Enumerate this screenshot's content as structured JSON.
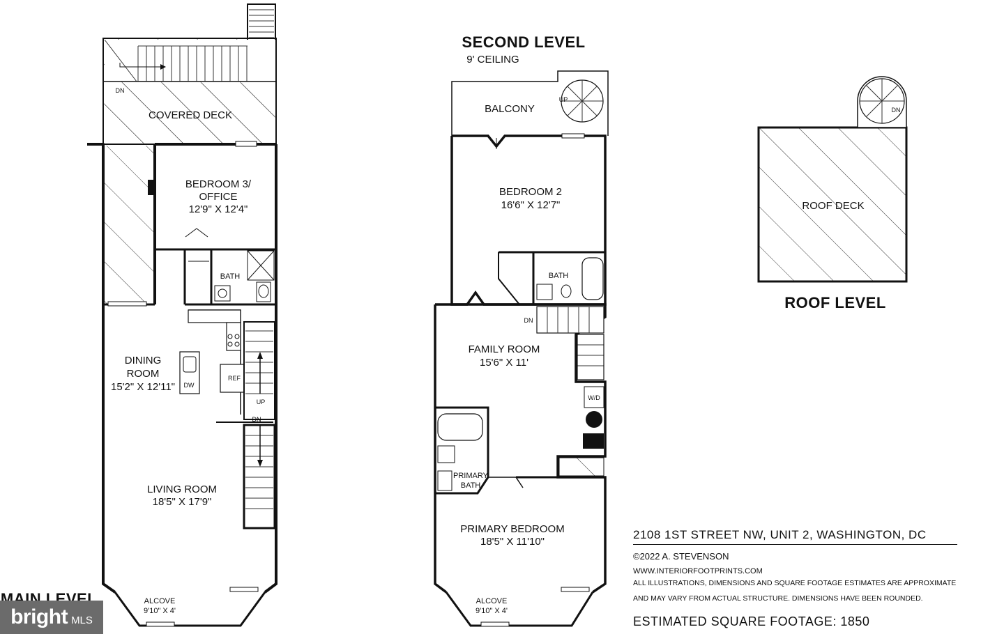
{
  "main_level": {
    "label": "MAIN LEVEL",
    "rooms": {
      "covered_deck": "COVERED DECK",
      "bedroom3_name_1": "BEDROOM 3/",
      "bedroom3_name_2": "OFFICE",
      "bedroom3_dims": "12'9\" X 12'4\"",
      "bath": "BATH",
      "dining_1": "DINING",
      "dining_2": "ROOM",
      "dining_dims": "15'2\" X 12'11\"",
      "living": "LIVING ROOM",
      "living_dims": "18'5\" X 17'9\"",
      "alcove": "ALCOVE",
      "alcove_dims": "9'10\" X 4'"
    },
    "fixtures": {
      "dw": "DW",
      "ref": "REF",
      "up": "UP",
      "dn": "DN",
      "deck_dn": "DN"
    }
  },
  "second_level": {
    "title": "SECOND LEVEL",
    "subtitle": "9' CEILING",
    "rooms": {
      "balcony": "BALCONY",
      "bedroom2": "BEDROOM 2",
      "bedroom2_dims": "16'6\" X 12'7\"",
      "bath": "BATH",
      "family": "FAMILY ROOM",
      "family_dims": "15'6\" X 11'",
      "primary_bath_1": "PRIMARY",
      "primary_bath_2": "BATH",
      "primary_bed": "PRIMARY BEDROOM",
      "primary_bed_dims": "18'5\" X 11'10\"",
      "alcove": "ALCOVE",
      "alcove_dims": "9'10\" X 4'"
    },
    "fixtures": {
      "up": "UP",
      "dn": "DN",
      "wd": "W/D"
    }
  },
  "roof_level": {
    "title": "ROOF LEVEL",
    "deck": "ROOF DECK",
    "dn": "DN"
  },
  "info": {
    "address": "2108 1ST STREET NW, UNIT 2, WASHINGTON, DC",
    "copyright": "©2022 A. STEVENSON",
    "website": "WWW.INTERIORFOOTPRINTS.COM",
    "disclaimer_1": "ALL ILLUSTRATIONS, DIMENSIONS AND SQUARE FOOTAGE ESTIMATES ARE APPROXIMATE",
    "disclaimer_2": "AND MAY VARY FROM ACTUAL STRUCTURE. DIMENSIONS HAVE BEEN ROUNDED.",
    "sqft": "ESTIMATED SQUARE FOOTAGE: 1850"
  },
  "watermark": {
    "brand": "bright",
    "suffix": "MLS"
  }
}
